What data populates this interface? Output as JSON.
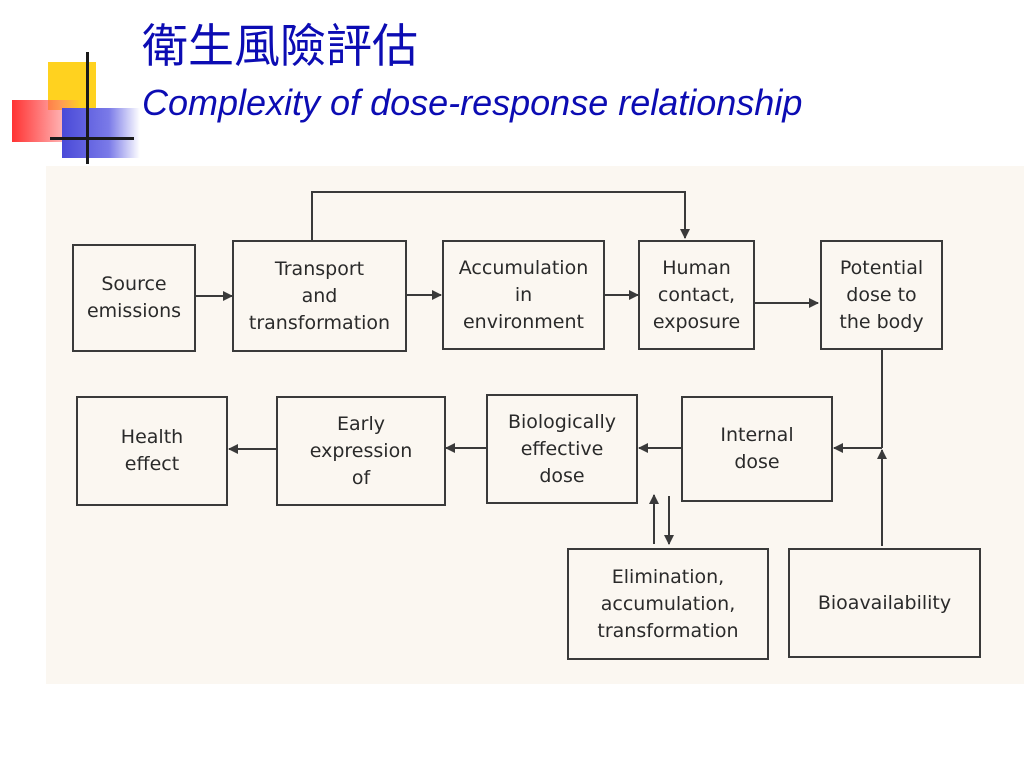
{
  "slide": {
    "title_chinese": "衛生風險評估",
    "title_english": "Complexity of dose-response relationship"
  },
  "diagram": {
    "boxes": {
      "source_emissions": "Source\nemissions",
      "transport": "Transport\nand\ntransformation",
      "accumulation": "Accumulation\nin\nenvironment",
      "human_contact": "Human\ncontact,\nexposure",
      "potential_dose": "Potential\ndose to\nthe body",
      "internal_dose": "Internal\ndose",
      "bio_effective_dose": "Biologically\neffective\ndose",
      "early_expression": "Early\nexpression\nof",
      "health_effect": "Health\neffect",
      "elimination": "Elimination,\naccumulation,\ntransformation",
      "bioavailability": "Bioavailability"
    },
    "colors": {
      "title": "#0c0cb3",
      "stroke": "#3a3a3a",
      "paper": "#fbf7f1"
    }
  }
}
